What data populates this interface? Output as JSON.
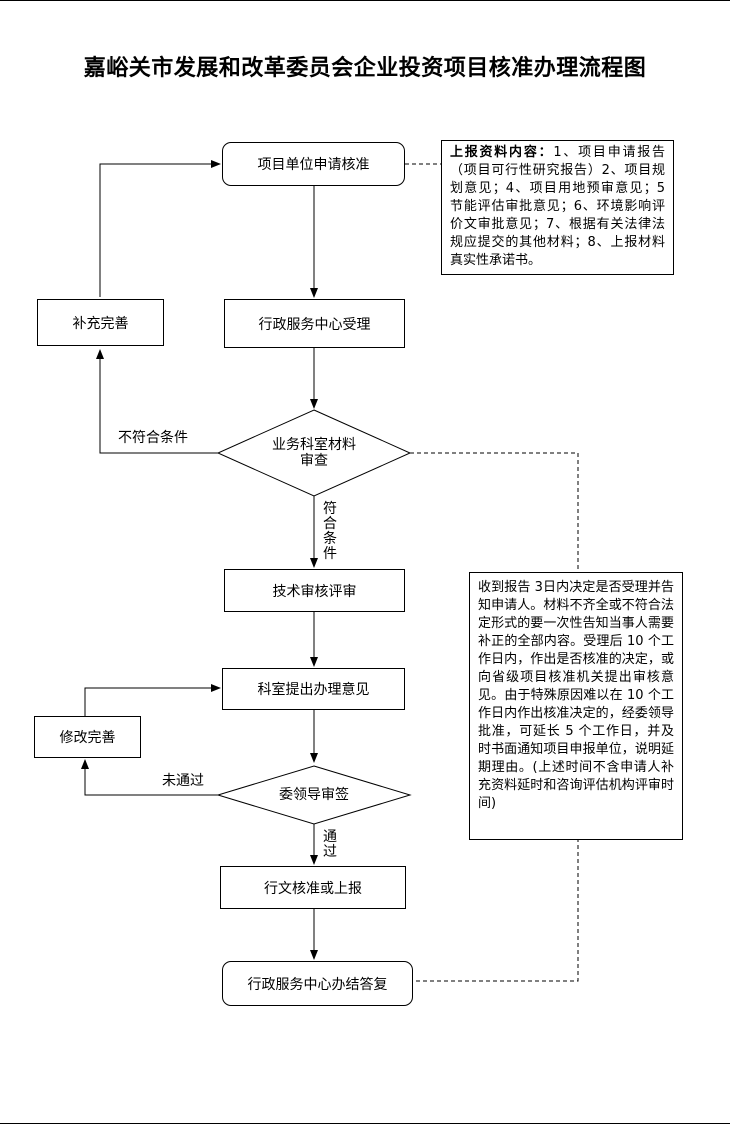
{
  "title": "嘉峪关市发展和改革委员会企业投资项目核准办理流程图",
  "nodes": {
    "apply": "项目单位申请核准",
    "accept": "行政服务中心受理",
    "review": "业务科室材料审查",
    "supplement": "补充完善",
    "tech_review": "技术审核评审",
    "opinion": "科室提出办理意见",
    "revise": "修改完善",
    "leader_sign": "委领导审签",
    "issue": "行文核准或上报",
    "reply": "行政服务中心办结答复"
  },
  "edge_labels": {
    "not_meet": "不符合条件",
    "meet": "符合条件",
    "not_pass": "未通过",
    "pass": "通过"
  },
  "notes": {
    "materials_heading": "上报资料内容：",
    "materials_body": "1、项目申请报告（项目可行性研究报告）2、项目规划意见；4、项目用地预审意见；5 节能评估审批意见；6、环境影响评价文审批意见；7、根据有关法律法规应提交的其他材料；8、上报材料真实性承诺书。",
    "timeline": "收到报告 3日内决定是否受理并告知申请人。材料不齐全或不符合法定形式的要一次性告知当事人需要补正的全部内容。受理后 10 个工作日内，作出是否核准的决定，或向省级项目核准机关提出审核意见。由于特殊原因难以在 10 个工作日内作出核准决定的，经委领导批准，可延长 5 个工作日，并及时书面通知项目申报单位，说明延期理由。(上述时间不含申请人补充资料延时和咨询评估机构评审时间)"
  }
}
